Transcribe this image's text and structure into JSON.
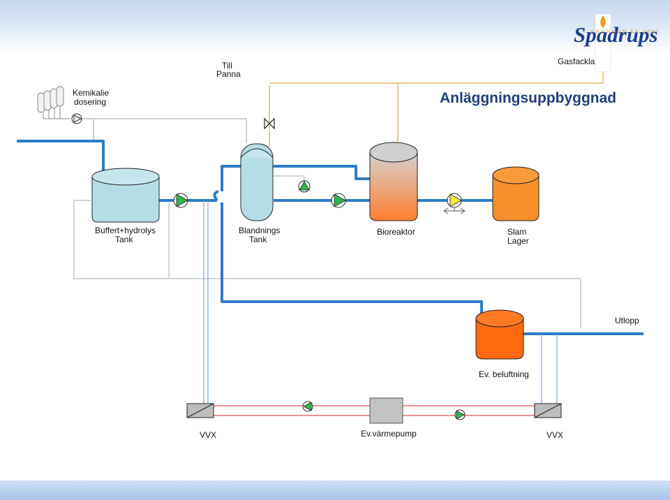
{
  "header": {
    "title": "Anläggningsuppbyggnad",
    "logo_text": "Spadrups",
    "logo_sub": "GRUNDAT ÅR 1897"
  },
  "labels": {
    "kemikalie_line1": "Kemikalie",
    "kemikalie_line2": "dosering",
    "till_line1": "Till",
    "till_line2": "Panna",
    "gasfackla": "Gasfackla",
    "buffert_line1": "Buffert+hydrolys",
    "buffert_line2": "Tank",
    "blandnings_line1": "Blandnings",
    "blandnings_line2": "Tank",
    "bioreaktor": "Bioreaktor",
    "slam_line1": "Slam",
    "slam_line2": "Lager",
    "utlopp": "Utlopp",
    "beluftning": "Ev. beluftning",
    "vvx_left": "VVX",
    "varmepump": "Ev.värmepump",
    "vvx_right": "VVX"
  },
  "colors": {
    "water_pipe": "#2e7cc6",
    "gas_pipe": "#e8c98a",
    "heat_pipe": "#e86d6d",
    "grey_pipe": "#b9bec6",
    "light_tank": "#b6dde6",
    "bioreactor_top": "#c8c8c8",
    "bioreactor_bottom": "#ff8a3d",
    "slam_tank": "#f78f2a",
    "aeration_tank": "#ff6a10",
    "pump_green": "#2fb84a",
    "pump_yellow": "#f5e93b",
    "title_blue": "#1f3f7a"
  }
}
